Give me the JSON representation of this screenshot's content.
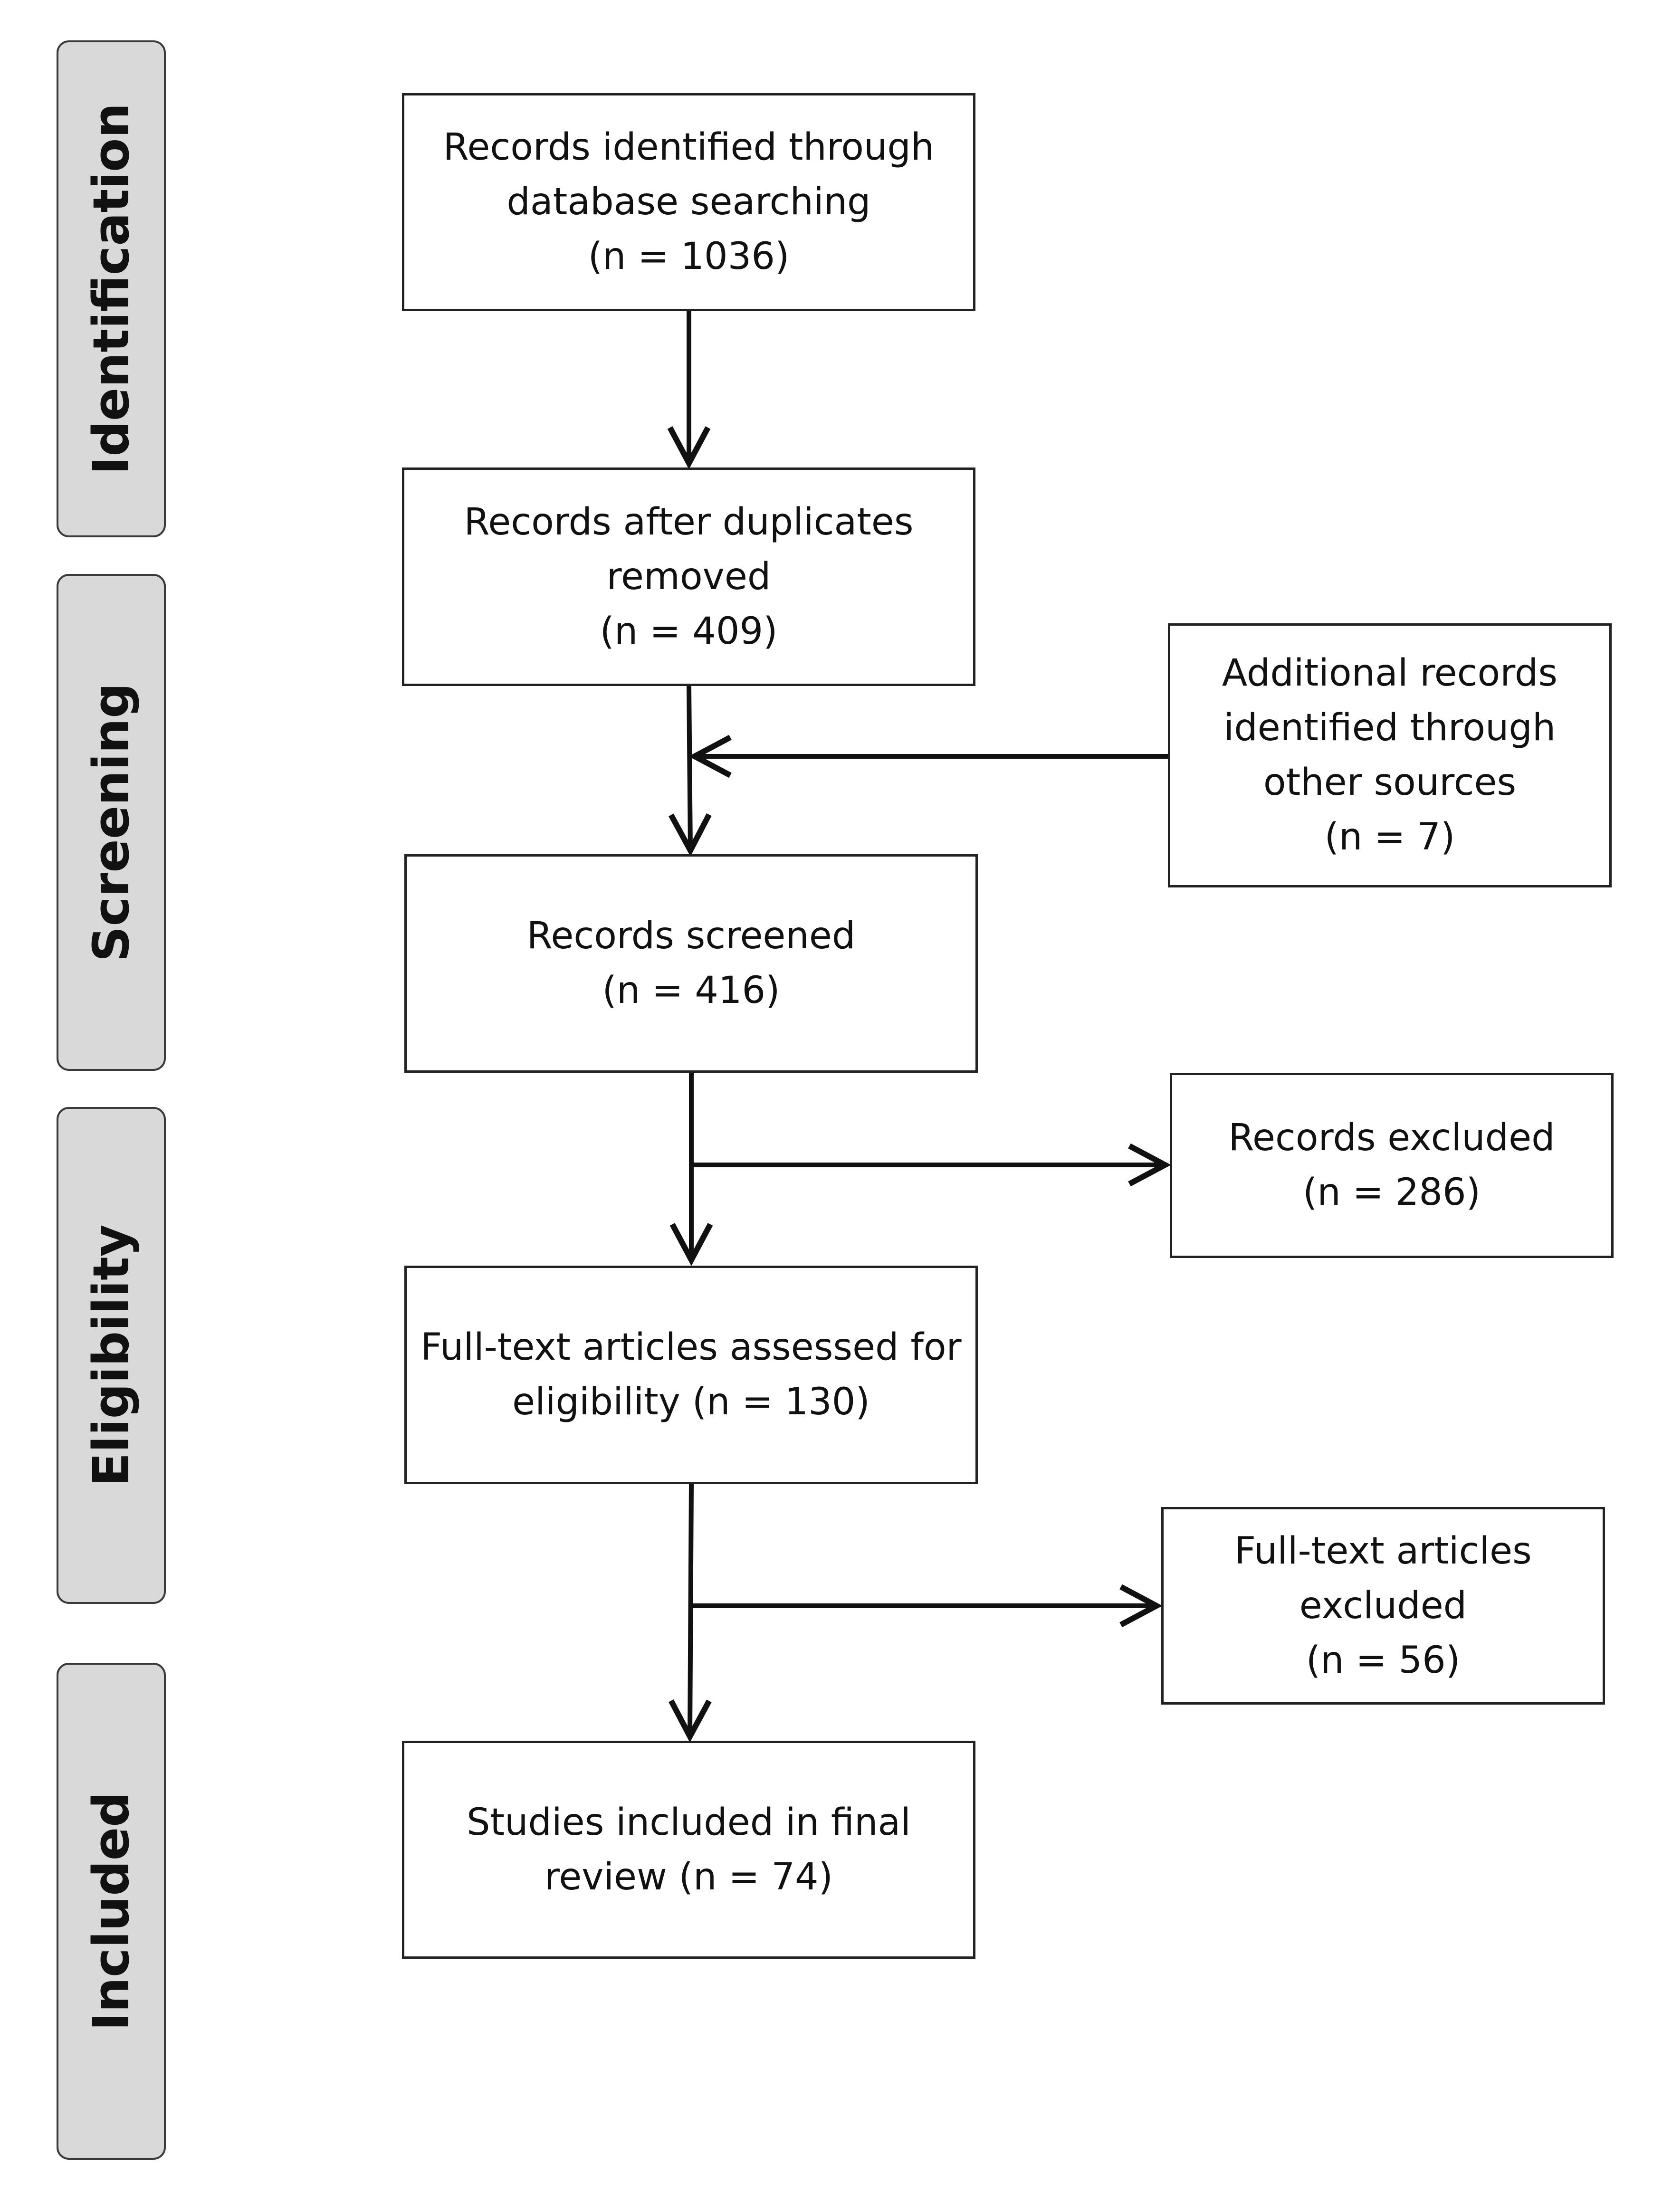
{
  "stages": [
    {
      "id": "identification",
      "label": "Identification"
    },
    {
      "id": "screening",
      "label": "Screening"
    },
    {
      "id": "eligibility",
      "label": "Eligibility"
    },
    {
      "id": "included",
      "label": "Included"
    }
  ],
  "boxes": {
    "identified": {
      "line1": "Records identified through",
      "line2": "database searching",
      "line3": "(n = 1036)"
    },
    "after_duplicates": {
      "line1": "Records after duplicates",
      "line2": "removed",
      "line3": "(n = 409)"
    },
    "additional": {
      "line1": "Additional records",
      "line2": "identified through",
      "line3": "other sources",
      "line4": "(n = 7)"
    },
    "screened": {
      "line1": "Records screened",
      "line2": "(n = 416)"
    },
    "excluded": {
      "line1": "Records excluded",
      "line2": "(n = 286)"
    },
    "fulltext": {
      "line1": "Full-text articles assessed for",
      "line2": "eligibility (n = 130)"
    },
    "fulltext_excluded": {
      "line1": "Full-text articles",
      "line2": "excluded",
      "line3": "(n = 56)"
    },
    "included": {
      "line1": "Studies included in final",
      "line2": "review (n = 74)"
    }
  },
  "colors": {
    "stage_fill": "#d9d9d9",
    "stroke": "#222222"
  }
}
